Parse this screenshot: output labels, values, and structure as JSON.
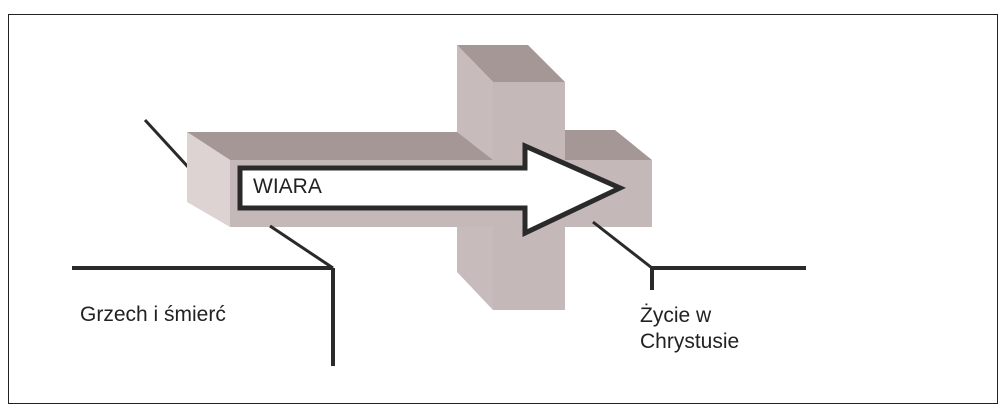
{
  "diagram": {
    "arrow_label": "WIARA",
    "left_label": "Grzech i śmierć",
    "right_label_line1": "Życie w",
    "right_label_line2": "Chrystusie"
  }
}
